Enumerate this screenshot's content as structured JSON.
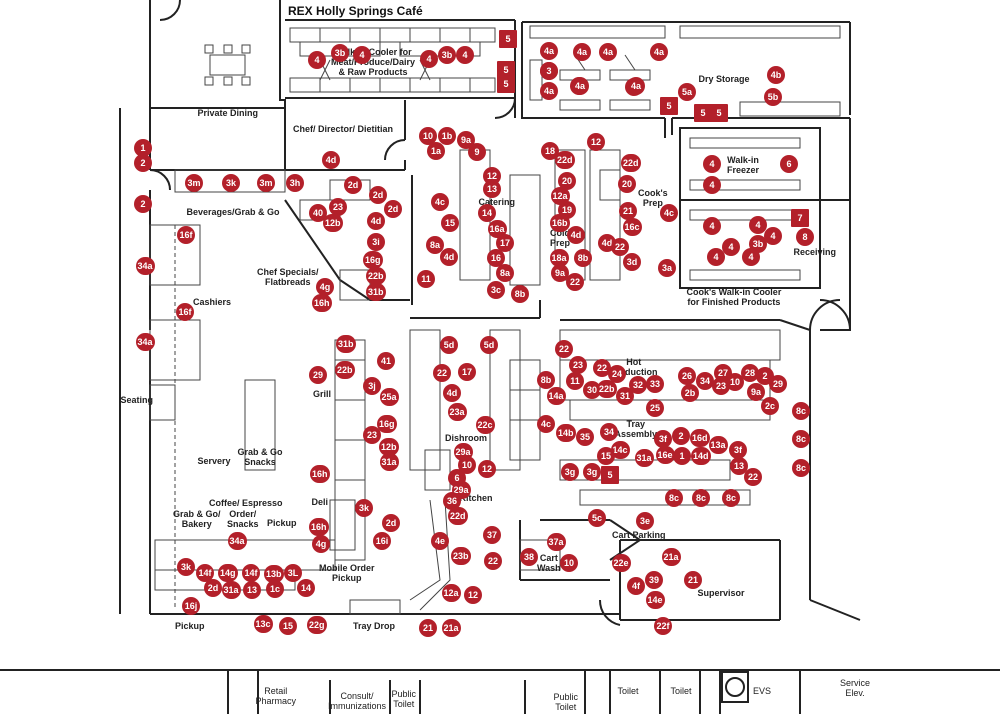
{
  "title": "REX Holly Springs Café",
  "rooms": [
    {
      "id": "walkin-cooler",
      "text": "Walk-in Cooler for\nMeat/Produce/Dairy\n& Raw Products",
      "bold": true
    },
    {
      "id": "dry-storage",
      "text": "Dry Storage",
      "bold": true
    },
    {
      "id": "private-dining",
      "text": "Private Dining",
      "bold": true
    },
    {
      "id": "chef-office",
      "text": "Chef/ Director/ Dietitian",
      "bold": true
    },
    {
      "id": "beverages",
      "text": "Beverages/Grab & Go",
      "bold": true
    },
    {
      "id": "catering",
      "text": "Catering",
      "bold": true
    },
    {
      "id": "cold-prep",
      "text": "Cold\nPrep",
      "bold": true
    },
    {
      "id": "walkin-freezer",
      "text": "Walk-in\nFreezer",
      "bold": true
    },
    {
      "id": "cooks-prep",
      "text": "Cook's\nPrep",
      "bold": true
    },
    {
      "id": "receiving",
      "text": "Receiving",
      "bold": true
    },
    {
      "id": "cooks-walkin",
      "text": "Cook's Walk-in Cooler\nfor Finished Products",
      "bold": true
    },
    {
      "id": "chef-specials",
      "text": "Chef Specials/\nFlatbreads",
      "bold": true
    },
    {
      "id": "cashiers",
      "text": "Cashiers",
      "bold": true
    },
    {
      "id": "seating",
      "text": "Seating",
      "bold": true
    },
    {
      "id": "grill",
      "text": "Grill",
      "bold": true
    },
    {
      "id": "hot-production",
      "text": "Hot\nProduction",
      "bold": true
    },
    {
      "id": "tray-assembly",
      "text": "Tray\nAssembly",
      "bold": true
    },
    {
      "id": "dishroom",
      "text": "Dishroom",
      "bold": true
    },
    {
      "id": "servery",
      "text": "Servery",
      "bold": true
    },
    {
      "id": "grab-go-snacks",
      "text": "Grab & Go\nSnacks",
      "bold": true
    },
    {
      "id": "kitchen",
      "text": "Kitchen",
      "bold": true
    },
    {
      "id": "deli",
      "text": "Deli",
      "bold": true
    },
    {
      "id": "coffee",
      "text": "Coffee/ Espresso",
      "bold": true
    },
    {
      "id": "grab-go-bakery",
      "text": "Grab & Go/\nBakery",
      "bold": true
    },
    {
      "id": "order-snacks",
      "text": "Order/\nSnacks",
      "bold": true
    },
    {
      "id": "pickup-1",
      "text": "Pickup",
      "bold": true
    },
    {
      "id": "mobile-order",
      "text": "Mobile Order\nPickup",
      "bold": true
    },
    {
      "id": "cart-parking",
      "text": "Cart Parking",
      "bold": true
    },
    {
      "id": "cart-wash",
      "text": "Cart\nWash",
      "bold": true
    },
    {
      "id": "supervisor",
      "text": "Supervisor",
      "bold": true
    },
    {
      "id": "pickup-2",
      "text": "Pickup",
      "bold": true
    },
    {
      "id": "tray-drop",
      "text": "Tray Drop",
      "bold": true
    },
    {
      "id": "retail-pharmacy",
      "text": "Retail\nPharmacy",
      "bold": false
    },
    {
      "id": "consult",
      "text": "Consult/\nImmunizations",
      "bold": false
    },
    {
      "id": "public-toilet-1",
      "text": "Public\nToilet",
      "bold": false
    },
    {
      "id": "public-toilet-2",
      "text": "Public\nToilet",
      "bold": false
    },
    {
      "id": "toilet-1",
      "text": "Toilet",
      "bold": false
    },
    {
      "id": "toilet-2",
      "text": "Toilet",
      "bold": false
    },
    {
      "id": "evs",
      "text": "EVS",
      "bold": false
    },
    {
      "id": "service-elev",
      "text": "Service\nElev.",
      "bold": false
    }
  ],
  "markers": [
    {
      "label": "5",
      "shape": "square"
    },
    {
      "label": "4"
    },
    {
      "label": "3b"
    },
    {
      "label": "4"
    },
    {
      "label": "4"
    },
    {
      "label": "3b"
    },
    {
      "label": "4"
    },
    {
      "label": "5",
      "shape": "square"
    },
    {
      "label": "5",
      "shape": "square"
    },
    {
      "label": "3"
    },
    {
      "label": "4a"
    },
    {
      "label": "4a"
    },
    {
      "label": "4a"
    },
    {
      "label": "4a"
    },
    {
      "label": "3"
    },
    {
      "label": "4a"
    },
    {
      "label": "4a"
    },
    {
      "label": "4a"
    },
    {
      "label": "4a"
    },
    {
      "label": "4a"
    },
    {
      "label": "4b"
    },
    {
      "label": "5a"
    },
    {
      "label": "5b"
    },
    {
      "label": "5",
      "shape": "square"
    },
    {
      "label": "5",
      "shape": "square"
    },
    {
      "label": "5",
      "shape": "square"
    },
    {
      "label": "1"
    },
    {
      "label": "2"
    },
    {
      "label": "2"
    },
    {
      "label": "10"
    },
    {
      "label": "1b"
    },
    {
      "label": "1a"
    },
    {
      "label": "9a"
    },
    {
      "label": "9"
    },
    {
      "label": "18"
    },
    {
      "label": "22d"
    },
    {
      "label": "12"
    },
    {
      "label": "22d"
    },
    {
      "label": "4d"
    },
    {
      "label": "3m"
    },
    {
      "label": "3k"
    },
    {
      "label": "3m"
    },
    {
      "label": "3h"
    },
    {
      "label": "2d"
    },
    {
      "label": "2d"
    },
    {
      "label": "2d"
    },
    {
      "label": "23"
    },
    {
      "label": "40"
    },
    {
      "label": "12b"
    },
    {
      "label": "4d"
    },
    {
      "label": "4c"
    },
    {
      "label": "3i"
    },
    {
      "label": "8a"
    },
    {
      "label": "4d"
    },
    {
      "label": "16g"
    },
    {
      "label": "22b"
    },
    {
      "label": "11"
    },
    {
      "label": "4g"
    },
    {
      "label": "31b"
    },
    {
      "label": "16h"
    },
    {
      "label": "12"
    },
    {
      "label": "13"
    },
    {
      "label": "14"
    },
    {
      "label": "15"
    },
    {
      "label": "16a"
    },
    {
      "label": "17"
    },
    {
      "label": "16"
    },
    {
      "label": "8a"
    },
    {
      "label": "3c"
    },
    {
      "label": "8b"
    },
    {
      "label": "20"
    },
    {
      "label": "20"
    },
    {
      "label": "12a"
    },
    {
      "label": "19"
    },
    {
      "label": "21"
    },
    {
      "label": "16b"
    },
    {
      "label": "4d"
    },
    {
      "label": "16c"
    },
    {
      "label": "4d"
    },
    {
      "label": "22"
    },
    {
      "label": "18a"
    },
    {
      "label": "8b"
    },
    {
      "label": "9a"
    },
    {
      "label": "22"
    },
    {
      "label": "3d"
    },
    {
      "label": "4"
    },
    {
      "label": "4"
    },
    {
      "label": "6"
    },
    {
      "label": "4c"
    },
    {
      "label": "4"
    },
    {
      "label": "4"
    },
    {
      "label": "3b"
    },
    {
      "label": "4"
    },
    {
      "label": "4"
    },
    {
      "label": "4"
    },
    {
      "label": "4"
    },
    {
      "label": "3a"
    },
    {
      "label": "7",
      "shape": "square"
    },
    {
      "label": "8"
    },
    {
      "label": "16f"
    },
    {
      "label": "34a"
    },
    {
      "label": "16f"
    },
    {
      "label": "34a"
    },
    {
      "label": "31b"
    },
    {
      "label": "22b"
    },
    {
      "label": "41"
    },
    {
      "label": "29"
    },
    {
      "label": "3j"
    },
    {
      "label": "25a"
    },
    {
      "label": "16g"
    },
    {
      "label": "23"
    },
    {
      "label": "12b"
    },
    {
      "label": "31a"
    },
    {
      "label": "16h"
    },
    {
      "label": "3k"
    },
    {
      "label": "16h"
    },
    {
      "label": "4g"
    },
    {
      "label": "16i"
    },
    {
      "label": "2d"
    },
    {
      "label": "5d"
    },
    {
      "label": "5d"
    },
    {
      "label": "22"
    },
    {
      "label": "17"
    },
    {
      "label": "4d"
    },
    {
      "label": "23a"
    },
    {
      "label": "8b"
    },
    {
      "label": "14a"
    },
    {
      "label": "22c"
    },
    {
      "label": "4c"
    },
    {
      "label": "29a"
    },
    {
      "label": "10"
    },
    {
      "label": "6"
    },
    {
      "label": "29a"
    },
    {
      "label": "36"
    },
    {
      "label": "22d"
    },
    {
      "label": "12"
    },
    {
      "label": "4e"
    },
    {
      "label": "23b"
    },
    {
      "label": "22"
    },
    {
      "label": "23"
    },
    {
      "label": "11"
    },
    {
      "label": "22"
    },
    {
      "label": "24"
    },
    {
      "label": "30"
    },
    {
      "label": "22b"
    },
    {
      "label": "32"
    },
    {
      "label": "33"
    },
    {
      "label": "31"
    },
    {
      "label": "25"
    },
    {
      "label": "26"
    },
    {
      "label": "2b"
    },
    {
      "label": "34"
    },
    {
      "label": "23"
    },
    {
      "label": "27"
    },
    {
      "label": "10"
    },
    {
      "label": "28"
    },
    {
      "label": "2"
    },
    {
      "label": "29"
    },
    {
      "label": "9a"
    },
    {
      "label": "2c"
    },
    {
      "label": "14b"
    },
    {
      "label": "35"
    },
    {
      "label": "34"
    },
    {
      "label": "2"
    },
    {
      "label": "3f"
    },
    {
      "label": "16d"
    },
    {
      "label": "13a"
    },
    {
      "label": "3f"
    },
    {
      "label": "14c"
    },
    {
      "label": "15"
    },
    {
      "label": "31a"
    },
    {
      "label": "16e"
    },
    {
      "label": "1"
    },
    {
      "label": "14d"
    },
    {
      "label": "13"
    },
    {
      "label": "22"
    },
    {
      "label": "3g"
    },
    {
      "label": "3g"
    },
    {
      "label": "5",
      "shape": "square"
    },
    {
      "label": "8c"
    },
    {
      "label": "8c"
    },
    {
      "label": "8c"
    },
    {
      "label": "5c"
    },
    {
      "label": "3e"
    },
    {
      "label": "8c"
    },
    {
      "label": "8c"
    },
    {
      "label": "8c"
    },
    {
      "label": "37"
    },
    {
      "label": "37a"
    },
    {
      "label": "38"
    },
    {
      "label": "10"
    },
    {
      "label": "22"
    },
    {
      "label": "22e"
    },
    {
      "label": "21a"
    },
    {
      "label": "4f"
    },
    {
      "label": "39"
    },
    {
      "label": "21"
    },
    {
      "label": "14e"
    },
    {
      "label": "22f"
    },
    {
      "label": "3k"
    },
    {
      "label": "34a"
    },
    {
      "label": "14f"
    },
    {
      "label": "14g"
    },
    {
      "label": "14f"
    },
    {
      "label": "3L"
    },
    {
      "label": "2d"
    },
    {
      "label": "31a"
    },
    {
      "label": "13"
    },
    {
      "label": "13b"
    },
    {
      "label": "1c"
    },
    {
      "label": "14"
    },
    {
      "label": "16j"
    },
    {
      "label": "13c"
    },
    {
      "label": "15"
    },
    {
      "label": "22g"
    },
    {
      "label": "12a"
    },
    {
      "label": "12"
    },
    {
      "label": "21"
    },
    {
      "label": "21a"
    }
  ]
}
